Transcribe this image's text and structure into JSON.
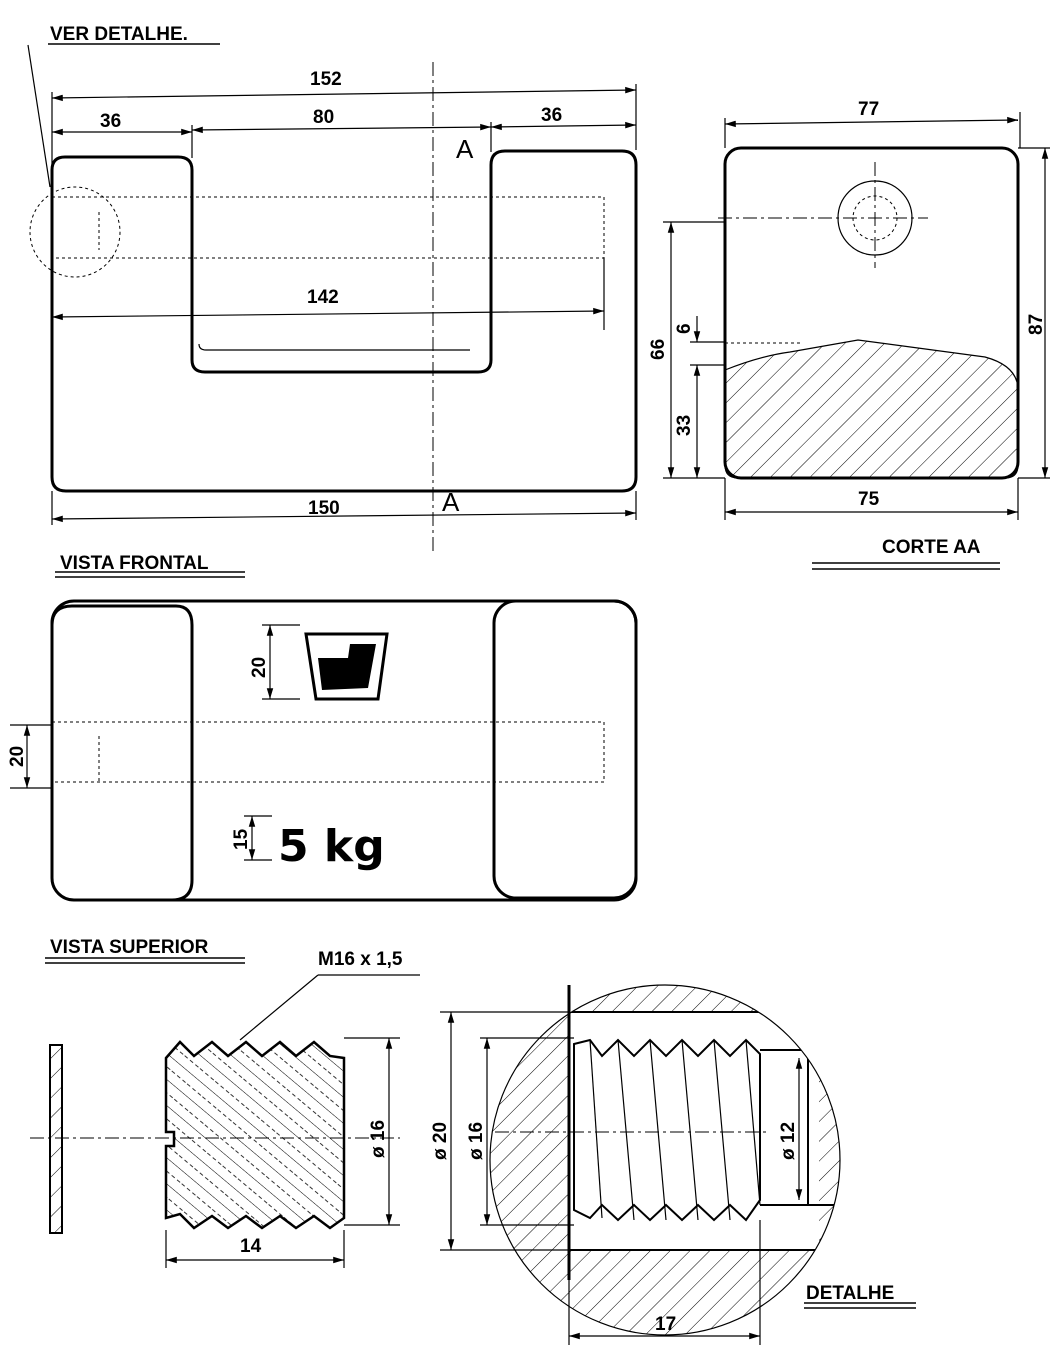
{
  "labels": {
    "ver_detalhe": "VER DETALHE.",
    "vista_frontal": "VISTA FRONTAL",
    "corte_aa": "CORTE AA",
    "vista_superior": "VISTA SUPERIOR",
    "detalhe": "DETALHE",
    "thread": "M16 x 1,5",
    "section_a": "A",
    "mass": "5 kg"
  },
  "front_view": {
    "dims": {
      "overall_top": "152",
      "left_leg": "36",
      "slot": "80",
      "right_leg": "36",
      "bore_depth": "142",
      "overall_bottom": "150"
    }
  },
  "section_aa": {
    "dims": {
      "width_top": "77",
      "height": "87",
      "width_bottom": "75",
      "bore_center": "66",
      "fill_gap": "6",
      "fill_height": "33"
    }
  },
  "top_view": {
    "dims": {
      "logo_height": "20",
      "bore_dia": "20",
      "text_height": "15"
    }
  },
  "plug": {
    "dims": {
      "dia": "ø 16",
      "length": "14"
    }
  },
  "detail": {
    "dims": {
      "outer_dia": "ø 20",
      "thread_dia": "ø 16",
      "inner_dia": "ø 12",
      "length": "17"
    }
  }
}
